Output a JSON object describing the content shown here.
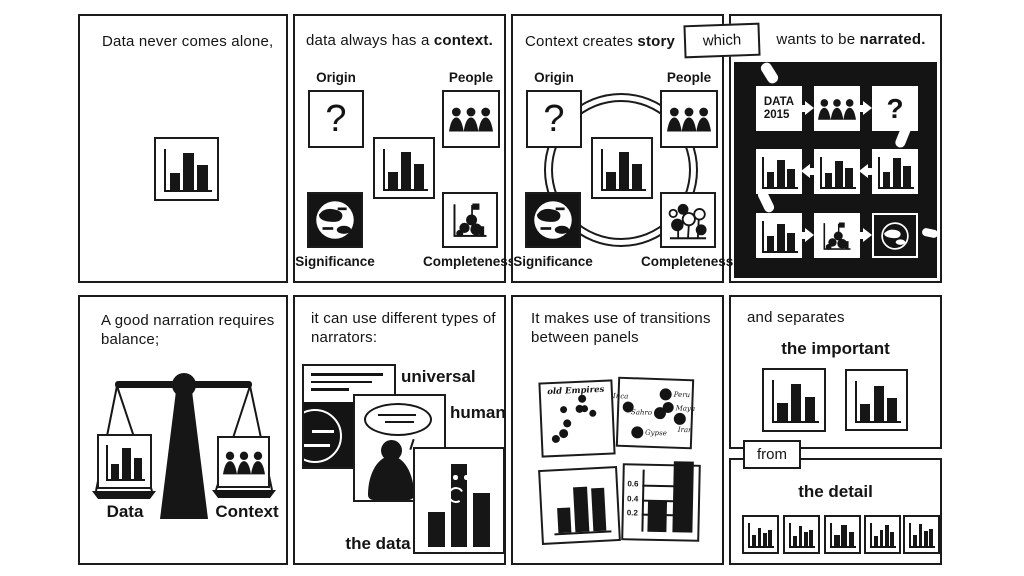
{
  "page": {
    "background": "#ffffff",
    "ink": "#141414"
  },
  "panel1": {
    "caption": "Data never comes alone,",
    "chart_bars": [
      0.42,
      0.92,
      0.62
    ]
  },
  "panel2": {
    "caption_pre": "data always has a ",
    "caption_bold": "context.",
    "origin_label": "Origin",
    "people_label": "People",
    "significance_label": "Significance",
    "completeness_label": "Completeness",
    "question_mark": "?",
    "chart_bars": [
      0.42,
      0.92,
      0.62
    ]
  },
  "panel3": {
    "caption_pre": "Context creates ",
    "caption_bold": "story",
    "origin_label": "Origin",
    "people_label": "People",
    "significance_label": "Significance",
    "completeness_label": "Completeness",
    "question_mark": "?",
    "chart_bars": [
      0.42,
      0.92,
      0.62
    ]
  },
  "which_label": "which",
  "panel4": {
    "caption_pre": "wants to be ",
    "caption_bold": "narrated.",
    "data_tile": "DATA\n2015",
    "question_mark": "?",
    "charts": {
      "r2c1": [
        0.5,
        0.9,
        0.6
      ],
      "r2c2": [
        0.45,
        0.85,
        0.62
      ],
      "r2c3": [
        0.5,
        0.95,
        0.68
      ],
      "r3c1": [
        0.5,
        0.88,
        0.58
      ]
    }
  },
  "panel5": {
    "caption": "A good narration requires balance;",
    "left_label": "Data",
    "right_label": "Context",
    "chart_bars": [
      0.45,
      0.9,
      0.62
    ]
  },
  "panel6": {
    "caption": "it can use different types of narrators:",
    "universal_label": "universal",
    "human_label": "human",
    "data_label": "the data",
    "chart_bars": [
      0.4,
      0.95,
      0.62
    ]
  },
  "panel7": {
    "caption": "It makes use of transitions between panels",
    "scatter_a": {
      "title": "old Empires",
      "dots": [
        [
          32,
          36,
          3.5
        ],
        [
          59,
          23,
          4
        ],
        [
          54,
          36,
          4
        ],
        [
          61,
          37,
          3.5
        ],
        [
          73,
          44,
          3.5
        ],
        [
          36,
          56,
          4
        ],
        [
          30,
          71,
          4.5
        ],
        [
          19,
          77,
          4
        ]
      ]
    },
    "scatter_b": {
      "dots": [
        [
          13,
          42,
          5.5,
          "Inca",
          "t"
        ],
        [
          64,
          21,
          6,
          "Peru",
          "r"
        ],
        [
          57,
          50,
          6,
          "Sahro",
          "l"
        ],
        [
          68,
          41,
          5.5,
          "Maya",
          "r"
        ],
        [
          85,
          57,
          6,
          "Iran",
          "b"
        ],
        [
          26,
          80,
          6,
          "Gypse",
          "r"
        ]
      ]
    },
    "chart_c": [
      0.5,
      0.88,
      0.84
    ],
    "chart_d": {
      "ticks": [
        "0.6",
        "0.4",
        "0.2"
      ],
      "bars": [
        0.47,
        1.08
      ]
    }
  },
  "panel8": {
    "caption": "and separates",
    "important_label": "the important",
    "from_label": "from",
    "detail_label": "the detail",
    "important_charts": [
      [
        0.45,
        0.9,
        0.6
      ],
      [
        0.42,
        0.88,
        0.58
      ]
    ],
    "detail_charts": [
      [
        0.5,
        0.8,
        0.55,
        0.7
      ],
      [
        0.45,
        0.85,
        0.6,
        0.7
      ],
      [
        0.5,
        0.9,
        0.6
      ],
      [
        0.45,
        0.7,
        0.9,
        0.6
      ],
      [
        0.5,
        0.95,
        0.65,
        0.75
      ]
    ]
  }
}
